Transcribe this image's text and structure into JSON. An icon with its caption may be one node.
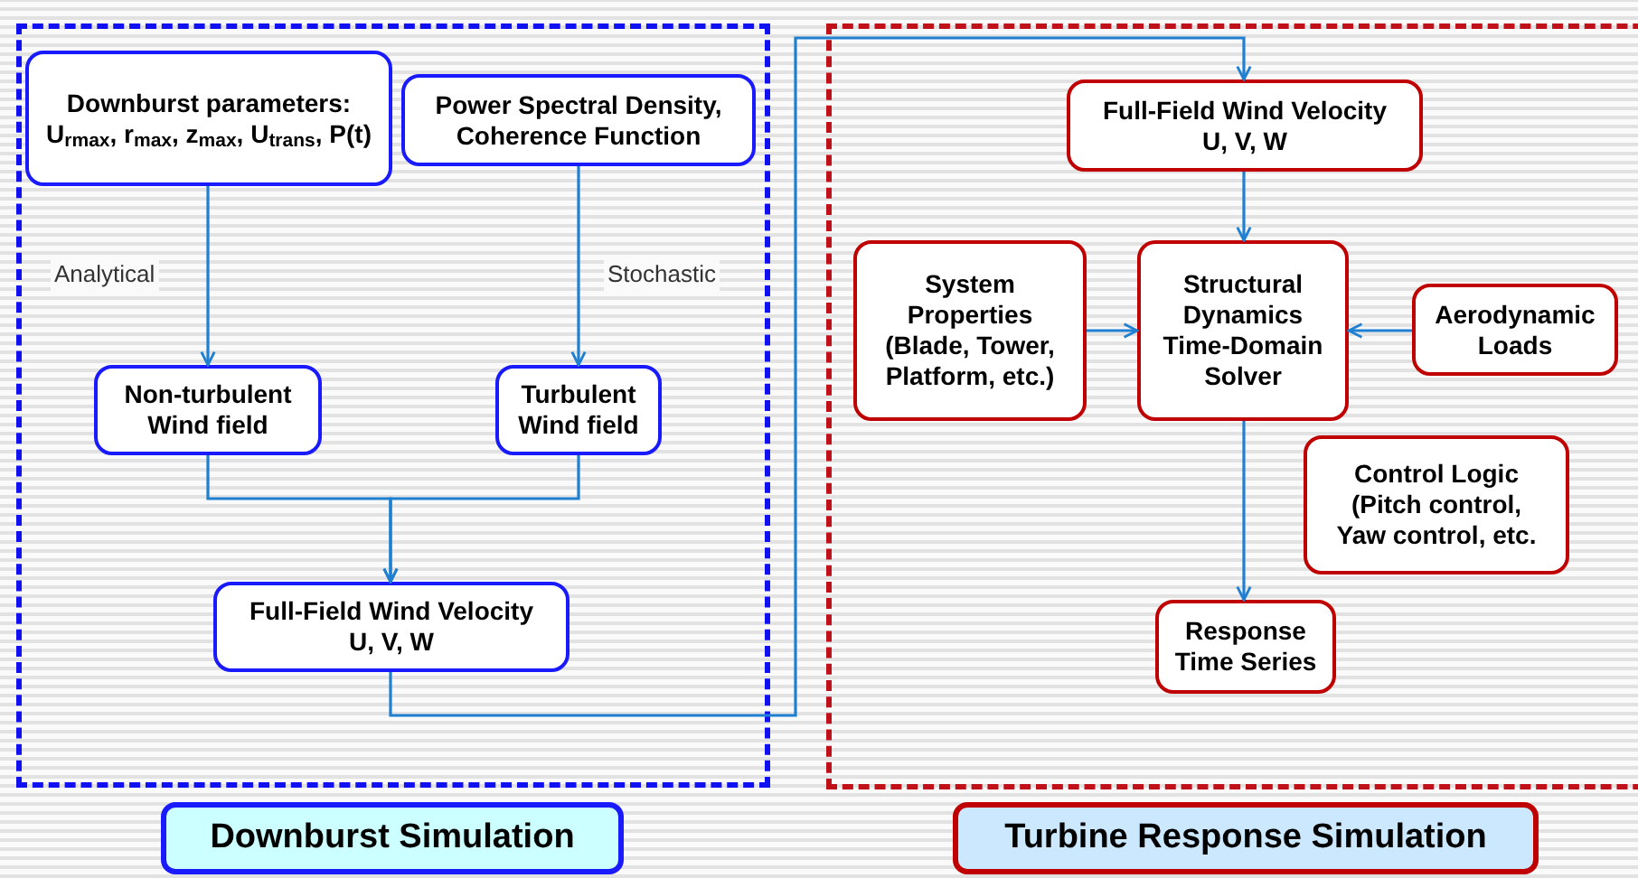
{
  "diagram": {
    "nodes": [
      {
        "text": [],
        "shape": "box"
      },
      {
        "text": [
          "Downburst parameters:",
          "U$_{rmax}$, r$_{max}$, z$_{max}$, U$_{trans}$, P(t)"
        ],
        "in": 0
      },
      {
        "text": [
          "Power Spectral Density, Coherence Function"
        ],
        "in": 0
      },
      {
        "text": [
          "Non-turbulent Wind field"
        ],
        "in": 0
      },
      {
        "text": [
          "Turbulent Wind field"
        ],
        "in": 0
      },
      {
        "text": [
          "Full-Field Wind Velocity",
          "U, V, W"
        ],
        "in": 0
      },
      {
        "text": [
          "Downburst Simulation"
        ]
      },
      {
        "text": [],
        "shape": "box"
      },
      {
        "text": [
          "Full-Field Wind Velocity",
          "U, V, W"
        ],
        "in": 7
      },
      {
        "text": [
          "System Properties (Blade, Tower, Platform, etc.)"
        ],
        "in": 7
      },
      {
        "text": [
          "Structural Dynamics Time-Domain Solver"
        ],
        "in": 7
      },
      {
        "text": [
          "Aerodynamic Loads"
        ],
        "in": 7
      },
      {
        "text": [
          "Control Logic (Pitch control, Yaw control, etc."
        ],
        "in": 7
      },
      {
        "text": [
          "Response Time Series"
        ],
        "in": 7
      },
      {
        "text": [
          "Turbine Response Simulation"
        ]
      }
    ],
    "edges": [
      {
        "from": 1,
        "to": 3,
        "arrow": "to",
        "label": "Analytical"
      },
      {
        "from": 2,
        "to": 4,
        "arrow": "to",
        "label": "Stochastic"
      },
      {
        "from": 3,
        "to": 5,
        "arrow": "to"
      },
      {
        "from": 4,
        "to": 5,
        "arrow": "to"
      },
      {
        "from": 5,
        "to": 8,
        "arrow": "to"
      },
      {
        "from": 8,
        "to": 10,
        "arrow": "to"
      },
      {
        "from": 9,
        "to": 10,
        "arrow": "to"
      },
      {
        "from": 11,
        "to": 10,
        "arrow": "to"
      },
      {
        "from": 10,
        "to": 13,
        "arrow": "to"
      }
    ]
  }
}
